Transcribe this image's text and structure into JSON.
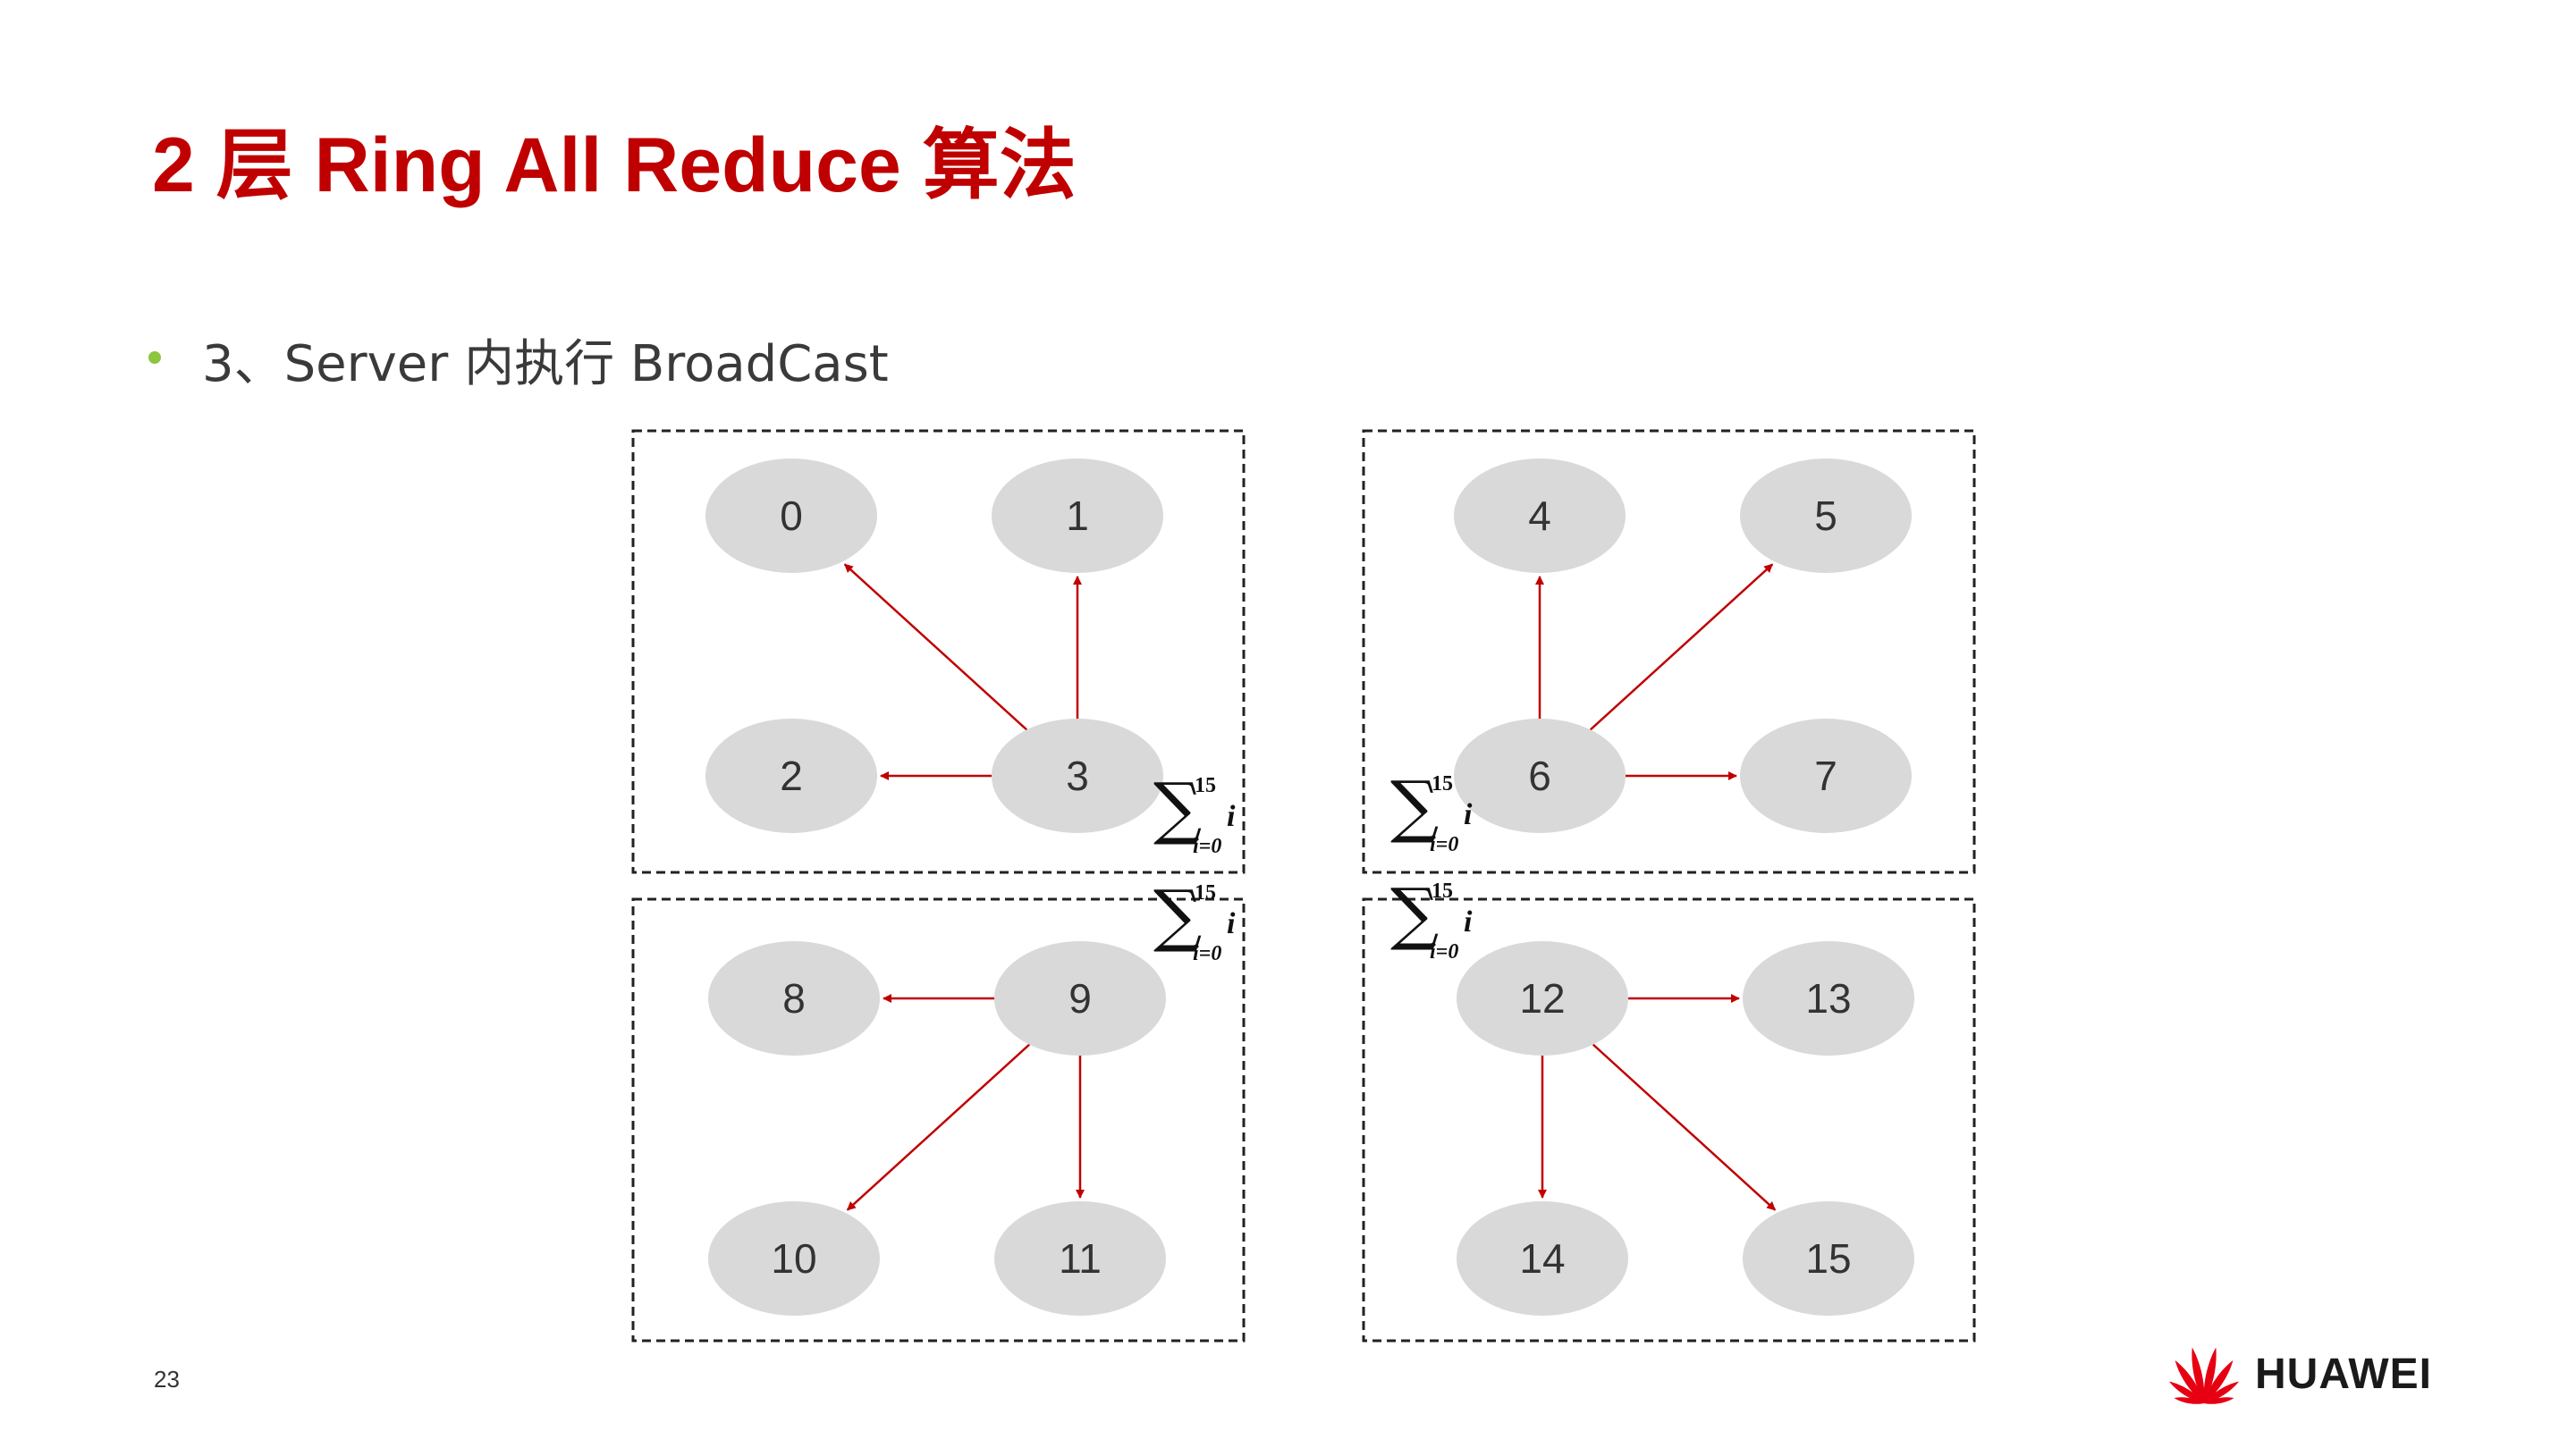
{
  "slide": {
    "title": "2 层 Ring All Reduce 算法",
    "bullet": "3、Server 内执行 BroadCast",
    "page_number": "23",
    "brand": "HUAWEI"
  },
  "diagram": {
    "node_color": "#d9d9d9",
    "arrow_color": "#c00000",
    "groups": [
      {
        "root": "3",
        "nodes": [
          "0",
          "1",
          "2",
          "3"
        ],
        "edges": [
          [
            "3",
            "0"
          ],
          [
            "3",
            "1"
          ],
          [
            "3",
            "2"
          ]
        ]
      },
      {
        "root": "6",
        "nodes": [
          "4",
          "5",
          "6",
          "7"
        ],
        "edges": [
          [
            "6",
            "4"
          ],
          [
            "6",
            "5"
          ],
          [
            "6",
            "7"
          ]
        ]
      },
      {
        "root": "9",
        "nodes": [
          "8",
          "9",
          "10",
          "11"
        ],
        "edges": [
          [
            "9",
            "8"
          ],
          [
            "9",
            "10"
          ],
          [
            "9",
            "11"
          ]
        ]
      },
      {
        "root": "12",
        "nodes": [
          "12",
          "13",
          "14",
          "15"
        ],
        "edges": [
          [
            "12",
            "13"
          ],
          [
            "12",
            "14"
          ],
          [
            "12",
            "15"
          ]
        ]
      }
    ],
    "sum_label": {
      "upper": "15",
      "lower": "i=0",
      "term": "i"
    }
  },
  "colors": {
    "title": "#c00000",
    "bullet_dot": "#8cc63f",
    "text": "#3a3a3a",
    "logo_red": "#e60012"
  }
}
